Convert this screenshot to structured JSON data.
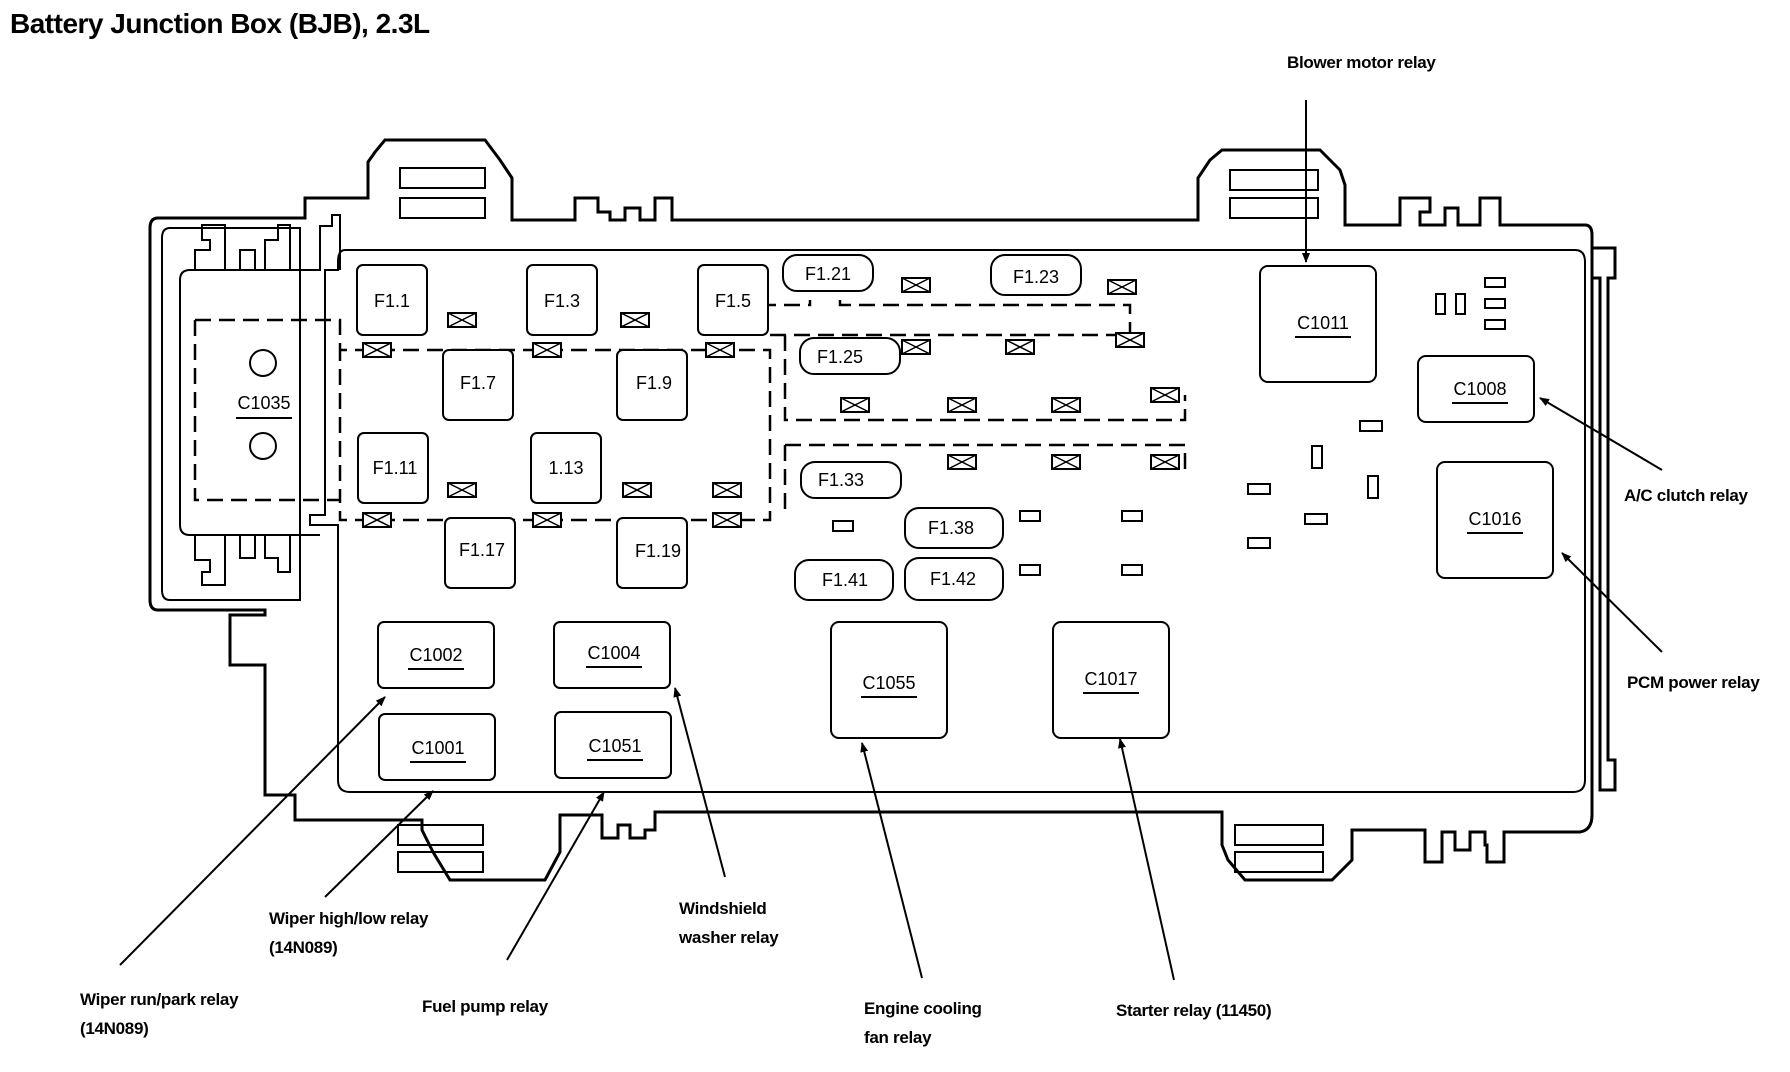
{
  "title": "Battery Junction Box (BJB), 2.3L",
  "fuses": [
    {
      "id": "f1-1",
      "label": "F1.1"
    },
    {
      "id": "f1-3",
      "label": "F1.3"
    },
    {
      "id": "f1-5",
      "label": "F1.5"
    },
    {
      "id": "f1-7",
      "label": "F1.7"
    },
    {
      "id": "f1-9",
      "label": "F1.9"
    },
    {
      "id": "f1-11",
      "label": "F1.11"
    },
    {
      "id": "f1-13",
      "label": "1.13"
    },
    {
      "id": "f1-17",
      "label": "F1.17"
    },
    {
      "id": "f1-19",
      "label": "F1.19"
    },
    {
      "id": "f1-21",
      "label": "F1.21"
    },
    {
      "id": "f1-23",
      "label": "F1.23"
    },
    {
      "id": "f1-25",
      "label": "F1.25"
    },
    {
      "id": "f1-33",
      "label": "F1.33"
    },
    {
      "id": "f1-38",
      "label": "F1.38"
    },
    {
      "id": "f1-41",
      "label": "F1.41"
    },
    {
      "id": "f1-42",
      "label": "F1.42"
    }
  ],
  "relays": [
    {
      "id": "c1035",
      "label": "C1035"
    },
    {
      "id": "c1011",
      "label": "C1011"
    },
    {
      "id": "c1008",
      "label": "C1008"
    },
    {
      "id": "c1016",
      "label": "C1016"
    },
    {
      "id": "c1002",
      "label": "C1002"
    },
    {
      "id": "c1004",
      "label": "C1004"
    },
    {
      "id": "c1001",
      "label": "C1001"
    },
    {
      "id": "c1051",
      "label": "C1051"
    },
    {
      "id": "c1055",
      "label": "C1055"
    },
    {
      "id": "c1017",
      "label": "C1017"
    }
  ],
  "callouts": {
    "blower_motor": [
      "Blower motor relay"
    ],
    "ac_clutch": [
      "A/C clutch relay"
    ],
    "pcm_power": [
      "PCM power relay"
    ],
    "wiper_high_low": [
      "Wiper high/low relay",
      "(14N089)"
    ],
    "wiper_run_park": [
      "Wiper run/park relay",
      "(14N089)"
    ],
    "fuel_pump": [
      "Fuel pump relay"
    ],
    "windshield_washer": [
      "Windshield",
      "washer relay"
    ],
    "engine_cooling_fan": [
      "Engine cooling",
      "fan relay"
    ],
    "starter": [
      "Starter relay (11450)"
    ]
  }
}
